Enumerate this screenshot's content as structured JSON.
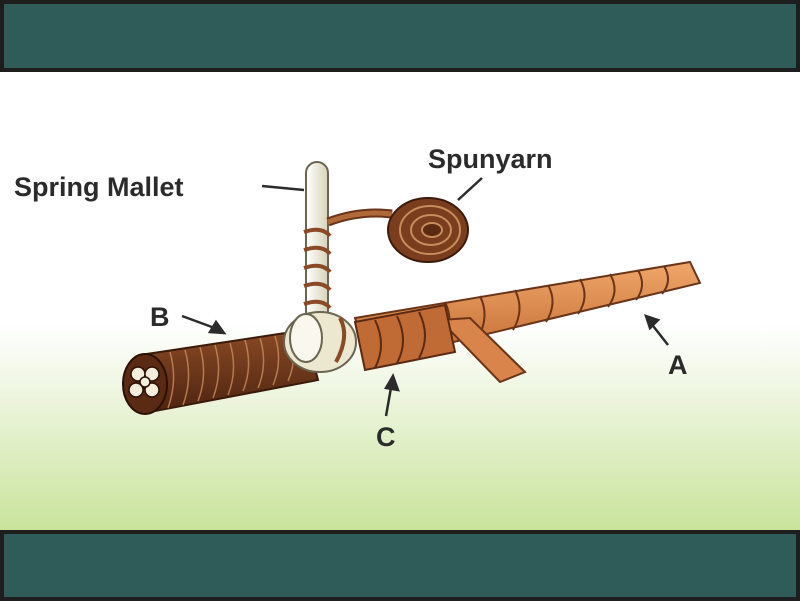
{
  "labels": {
    "spring_mallet": "Spring Mallet",
    "spunyarn": "Spunyarn",
    "a": "A",
    "b": "B",
    "c": "C"
  },
  "colors": {
    "bar": "#2f5b58",
    "rope_light": "#e8945a",
    "rope_dark": "#a3582a",
    "serving": "#7a3d1e",
    "mallet": "#f3efdc"
  }
}
